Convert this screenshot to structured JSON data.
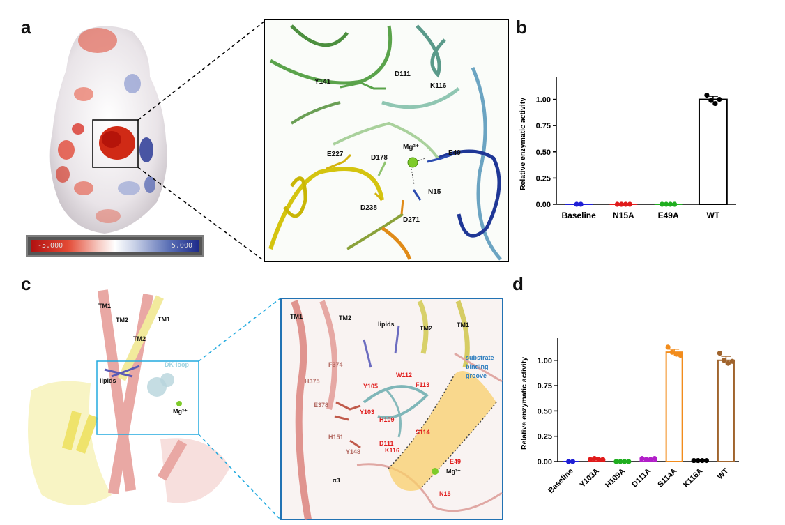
{
  "panels": {
    "a": {
      "letter": "a",
      "scale_min": "-5.000",
      "scale_max": "5.000",
      "residues": [
        "Y141",
        "D111",
        "K116",
        "Mg²⁺",
        "E227",
        "D178",
        "E49",
        "N15",
        "D238",
        "D271"
      ]
    },
    "b": {
      "letter": "b"
    },
    "c": {
      "letter": "c",
      "overview_labels": [
        "TM1",
        "TM2",
        "TM1",
        "TM2",
        "DK-loop",
        "lipids",
        "Mg²⁺"
      ],
      "zoom_labels": [
        "TM1",
        "TM2",
        "lipids",
        "TM2",
        "TM1",
        "substrate",
        "binding",
        "groove",
        "F374",
        "H375",
        "E378",
        "H151",
        "Y148",
        "α3",
        "Mg²⁺"
      ],
      "red_residues": [
        "Y105",
        "W112",
        "F113",
        "Y103",
        "H109",
        "S114",
        "D111",
        "K116",
        "E49",
        "N15"
      ]
    },
    "d": {
      "letter": "d"
    }
  },
  "colors": {
    "baseline": "#1f1fd6",
    "n15a": "#e01b1b",
    "e49a": "#1fae1f",
    "wt": "#000000",
    "y103a": "#e01b1b",
    "h109a": "#1fae1f",
    "d111a": "#b21fc9",
    "s114a": "#f28c1c",
    "k116a": "#000000",
    "wt_d": "#a0642d",
    "red_label": "#e01b1b",
    "groove_label": "#2a7bbd"
  },
  "chart_data": [
    {
      "type": "bar",
      "panel": "b",
      "categories": [
        "Baseline",
        "N15A",
        "E49A",
        "WT"
      ],
      "values": [
        0.0,
        0.0,
        0.0,
        1.0
      ],
      "errors": [
        0.0,
        0.0,
        0.0,
        0.03
      ],
      "points": [
        [
          0.0,
          0.0
        ],
        [
          0.0,
          0.0,
          0.0,
          0.0
        ],
        [
          0.0,
          0.0,
          0.0,
          0.0
        ],
        [
          1.04,
          0.99,
          0.96,
          1.0
        ]
      ],
      "ylabel": "Relative enzymatic activity",
      "ylim": [
        0,
        1.15
      ],
      "yticks": [
        "0.00",
        "0.25",
        "0.50",
        "0.75",
        "1.00"
      ],
      "ytick_values": [
        0,
        0.25,
        0.5,
        0.75,
        1.0
      ]
    },
    {
      "type": "bar",
      "panel": "d",
      "categories": [
        "Baseline",
        "Y103A",
        "H109A",
        "D111A",
        "S114A",
        "K116A",
        "WT"
      ],
      "values": [
        0.0,
        0.02,
        0.0,
        0.02,
        1.08,
        0.01,
        1.0
      ],
      "errors": [
        0.0,
        0.01,
        0.0,
        0.01,
        0.03,
        0.0,
        0.04
      ],
      "points": [
        [
          0.0,
          0.0
        ],
        [
          0.02,
          0.03,
          0.02,
          0.02
        ],
        [
          0.0,
          0.0,
          0.0,
          0.0
        ],
        [
          0.03,
          0.02,
          0.02,
          0.03
        ],
        [
          1.13,
          1.08,
          1.06,
          1.05
        ],
        [
          0.01,
          0.01,
          0.01,
          0.01
        ],
        [
          1.07,
          1.0,
          0.97,
          0.99
        ]
      ],
      "ylabel": "Relative enzymatic activity",
      "ylim": [
        0,
        1.15
      ],
      "yticks": [
        "0.00",
        "0.25",
        "0.50",
        "0.75",
        "1.00"
      ],
      "ytick_values": [
        0,
        0.25,
        0.5,
        0.75,
        1.0
      ]
    }
  ]
}
